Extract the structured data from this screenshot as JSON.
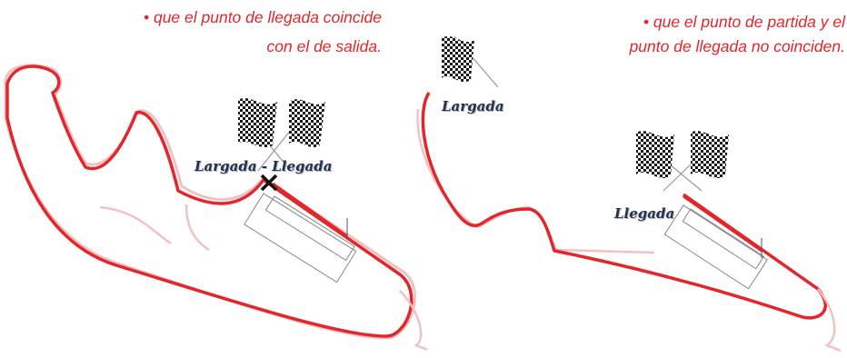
{
  "captions": {
    "left_line1": "• que el punto de llegada coincide",
    "left_line2": "con el de salida.",
    "right_line1": "• que el punto de partida y el",
    "right_line2": "punto de llegada no coinciden."
  },
  "labels": {
    "start_finish": "Largada - Llegada",
    "start": "Largada",
    "finish": "Llegada"
  },
  "colors": {
    "accent": "#e3262b",
    "track": "#e3262b",
    "label": "#23304a"
  },
  "icons": [
    "checkered-flags-icon",
    "checkered-flag-icon",
    "cross-mark-icon"
  ]
}
